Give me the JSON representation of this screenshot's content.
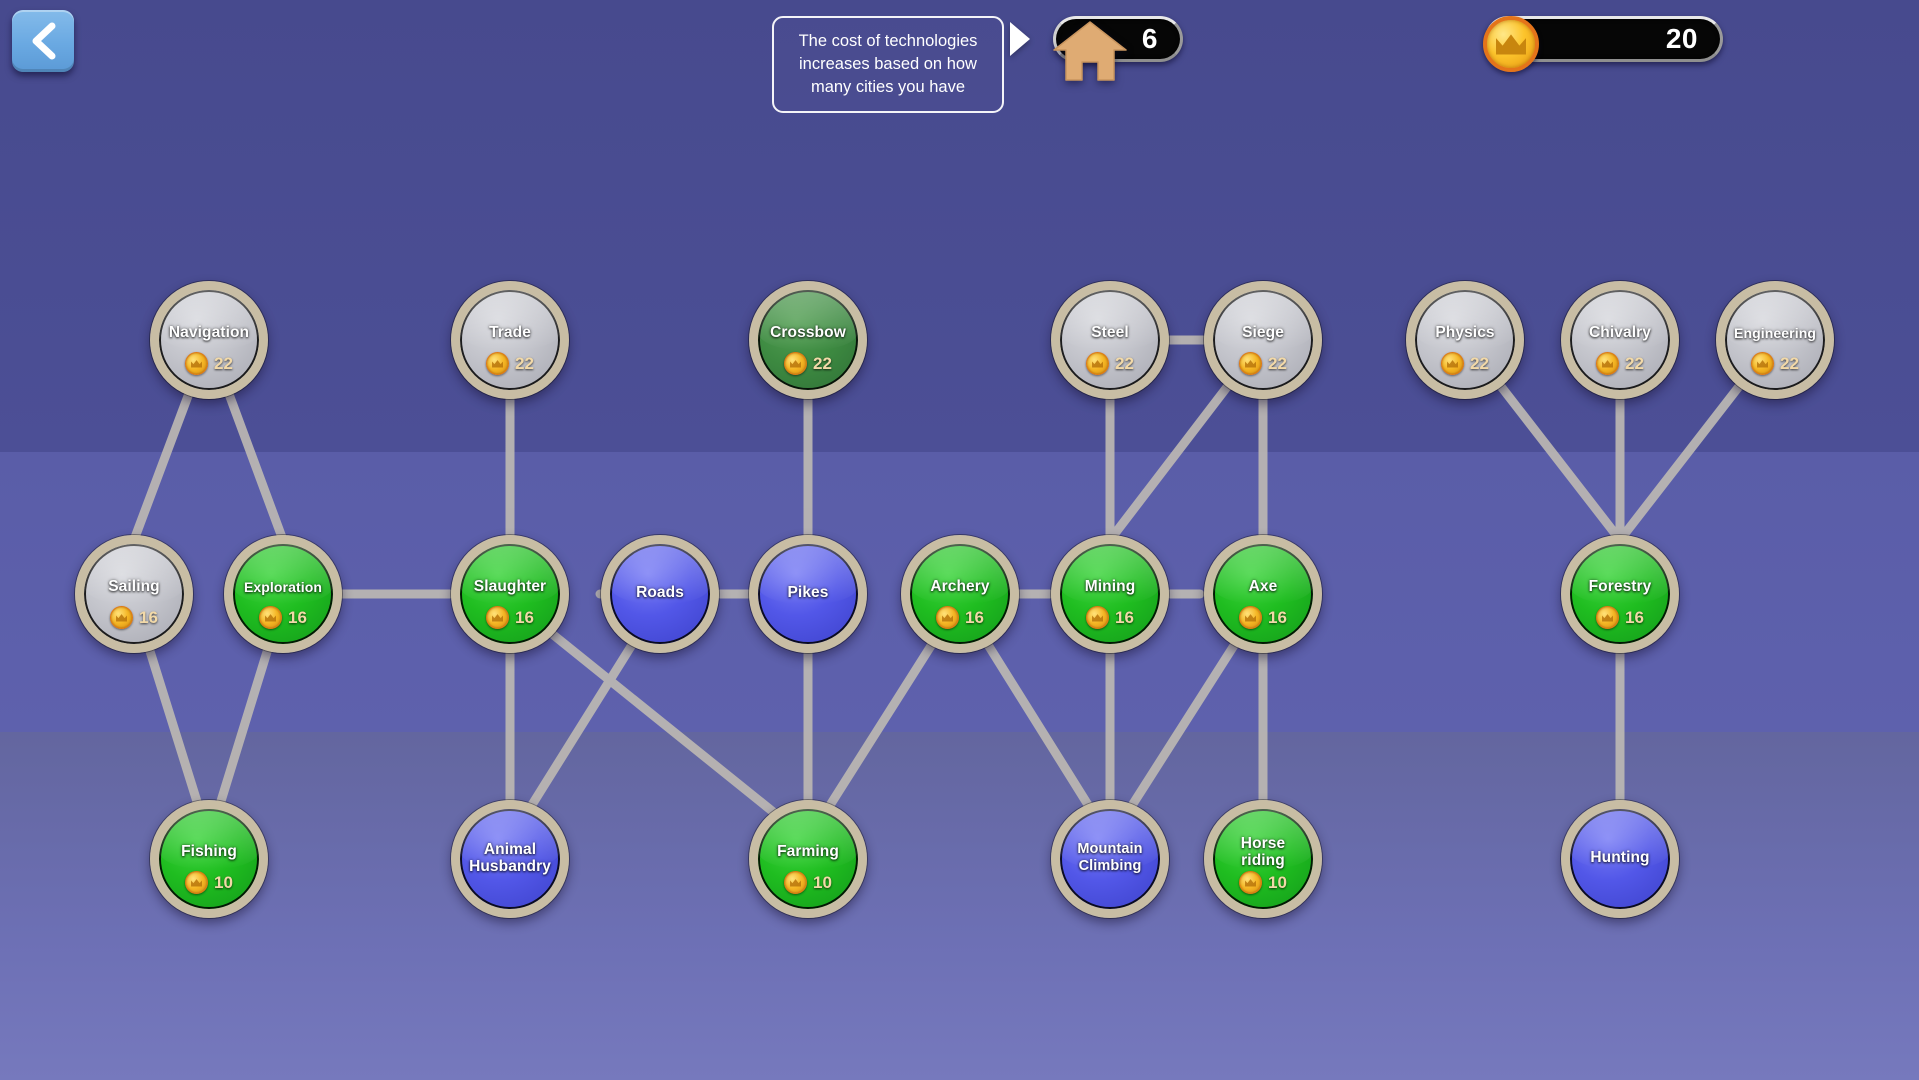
{
  "header": {
    "back_label": "Back",
    "back_icon": "chevron-left-icon",
    "tooltip_text": "The cost of technologies increases based on how many cities you have",
    "tooltip_arrow_icon": "triangle-right-icon",
    "city_icon": "house-icon",
    "city_count": "6",
    "gold_icon": "gold-coin-icon",
    "gold_amount": "20"
  },
  "legend": {
    "state_researched": "researched",
    "state_available": "available",
    "state_locked": "locked",
    "color_researched": "#5257e8",
    "color_available": "#1fbd20",
    "color_available_dim": "#3d8a41",
    "color_locked": "#c3c4cb",
    "color_ring": "#c8bda4",
    "color_background": "#4d5096",
    "color_edge": "#b9b5b0"
  },
  "nodes": [
    {
      "id": "navigation",
      "label": "Navigation",
      "state": "locked",
      "cost": "22",
      "row": 0
    },
    {
      "id": "trade",
      "label": "Trade",
      "state": "locked",
      "cost": "22",
      "row": 0
    },
    {
      "id": "crossbow",
      "label": "Crossbow",
      "state": "available-dim",
      "cost": "22",
      "row": 0
    },
    {
      "id": "steel",
      "label": "Steel",
      "state": "locked",
      "cost": "22",
      "row": 0
    },
    {
      "id": "siege",
      "label": "Siege",
      "state": "locked",
      "cost": "22",
      "row": 0
    },
    {
      "id": "physics",
      "label": "Physics",
      "state": "locked",
      "cost": "22",
      "row": 0
    },
    {
      "id": "chivalry",
      "label": "Chivalry",
      "state": "locked",
      "cost": "22",
      "row": 0
    },
    {
      "id": "engineering",
      "label": "Engineering",
      "state": "locked",
      "cost": "22",
      "row": 0
    },
    {
      "id": "sailing",
      "label": "Sailing",
      "state": "locked",
      "cost": "16",
      "row": 1
    },
    {
      "id": "exploration",
      "label": "Exploration",
      "state": "available",
      "cost": "16",
      "row": 1
    },
    {
      "id": "slaughter",
      "label": "Slaughter",
      "state": "available",
      "cost": "16",
      "row": 1
    },
    {
      "id": "roads",
      "label": "Roads",
      "state": "researched",
      "cost": "",
      "row": 1
    },
    {
      "id": "pikes",
      "label": "Pikes",
      "state": "researched",
      "cost": "",
      "row": 1
    },
    {
      "id": "archery",
      "label": "Archery",
      "state": "available",
      "cost": "16",
      "row": 1
    },
    {
      "id": "mining",
      "label": "Mining",
      "state": "available",
      "cost": "16",
      "row": 1
    },
    {
      "id": "axe",
      "label": "Axe",
      "state": "available",
      "cost": "16",
      "row": 1
    },
    {
      "id": "forestry",
      "label": "Forestry",
      "state": "available",
      "cost": "16",
      "row": 1
    },
    {
      "id": "fishing",
      "label": "Fishing",
      "state": "available",
      "cost": "10",
      "row": 2
    },
    {
      "id": "animal-husbandry",
      "label": "Animal\nHusbandry",
      "state": "researched",
      "cost": "",
      "row": 2
    },
    {
      "id": "farming",
      "label": "Farming",
      "state": "available",
      "cost": "10",
      "row": 2
    },
    {
      "id": "mountain-climbing",
      "label": "Mountain\nClimbing",
      "state": "researched",
      "cost": "",
      "row": 2
    },
    {
      "id": "horse-riding",
      "label": "Horse\nriding",
      "state": "available",
      "cost": "10",
      "row": 2
    },
    {
      "id": "hunting",
      "label": "Hunting",
      "state": "researched",
      "cost": "",
      "row": 2
    }
  ]
}
